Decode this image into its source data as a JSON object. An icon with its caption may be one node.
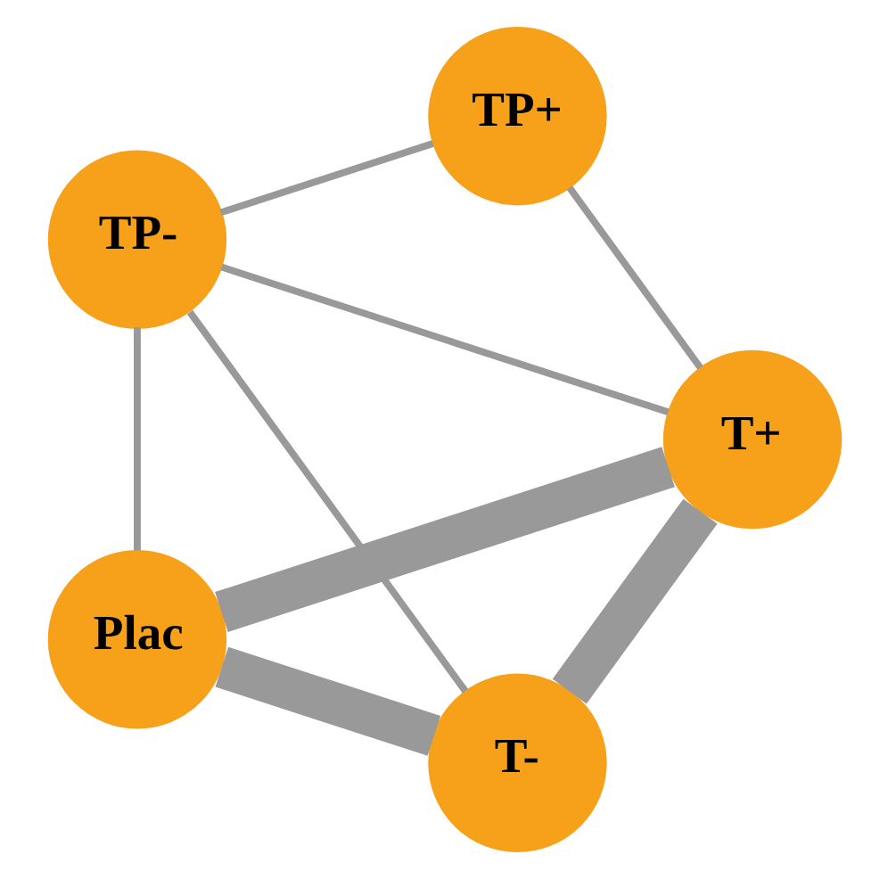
{
  "diagram": {
    "nodes": [
      {
        "text": [
          "T-"
        ]
      },
      {
        "text": [
          "T+"
        ]
      },
      {
        "text": [
          "Plac"
        ]
      },
      {
        "text": [
          "TP-"
        ]
      },
      {
        "text": [
          "TP+"
        ]
      }
    ],
    "edges": [
      {
        "from": 1,
        "to": 0,
        "arrow": "none",
        "style": "thick"
      },
      {
        "from": 0,
        "to": 2,
        "arrow": "none",
        "style": "thick"
      },
      {
        "from": 1,
        "to": 2,
        "arrow": "none",
        "style": "thick"
      },
      {
        "from": 1,
        "to": 3,
        "arrow": "none"
      },
      {
        "from": 1,
        "to": 4,
        "arrow": "none"
      },
      {
        "from": 0,
        "to": 3,
        "arrow": "none"
      },
      {
        "from": 3,
        "to": 2,
        "arrow": "none"
      },
      {
        "from": 3,
        "to": 4,
        "arrow": "none"
      }
    ]
  }
}
